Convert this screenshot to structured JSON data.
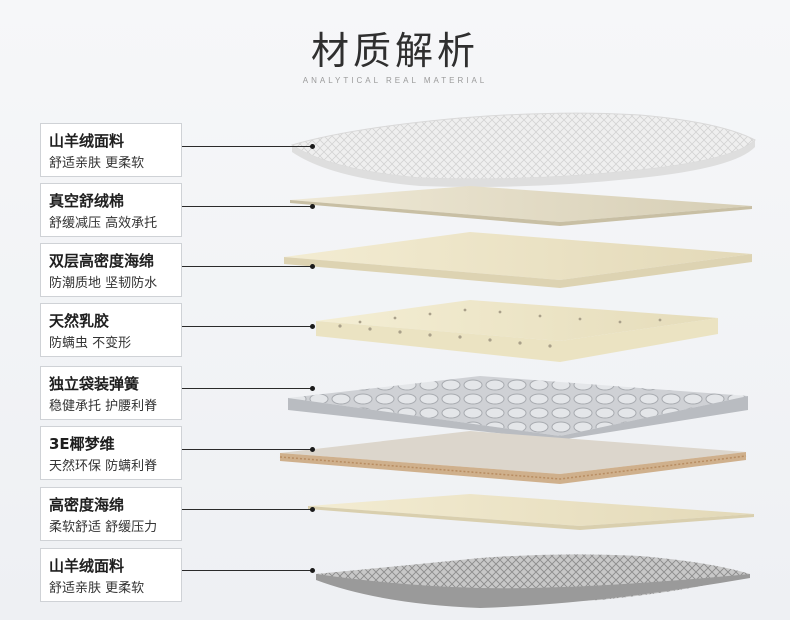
{
  "header": {
    "title": "材质解析",
    "subtitle": "ANALYTICAL REAL MATERIAL"
  },
  "layers": [
    {
      "name": "山羊绒面料",
      "desc": "舒适亲肤  更柔软"
    },
    {
      "name": "真空舒绒棉",
      "desc": "舒缓减压  高效承托"
    },
    {
      "name": "双层高密度海绵",
      "desc": "防潮质地  坚韧防水"
    },
    {
      "name": "天然乳胶",
      "desc": "防螨虫  不变形"
    },
    {
      "name": "独立袋装弹簧",
      "desc": "稳健承托  护腰利脊"
    },
    {
      "name": "3E椰梦维",
      "desc": "天然环保  防螨利脊"
    },
    {
      "name": "高密度海绵",
      "desc": "柔软舒适  舒缓压力"
    },
    {
      "name": "山羊绒面料",
      "desc": "舒适亲肤  更柔软"
    }
  ],
  "colors": {
    "background": "#f2f3f5",
    "cotton": "#e2dbc5",
    "sponge": "#ede5c8",
    "latex": "#ede6c6",
    "spring": "#c9cbcf",
    "coir": "#d2bea3",
    "fabric": "#f0f0f0"
  }
}
